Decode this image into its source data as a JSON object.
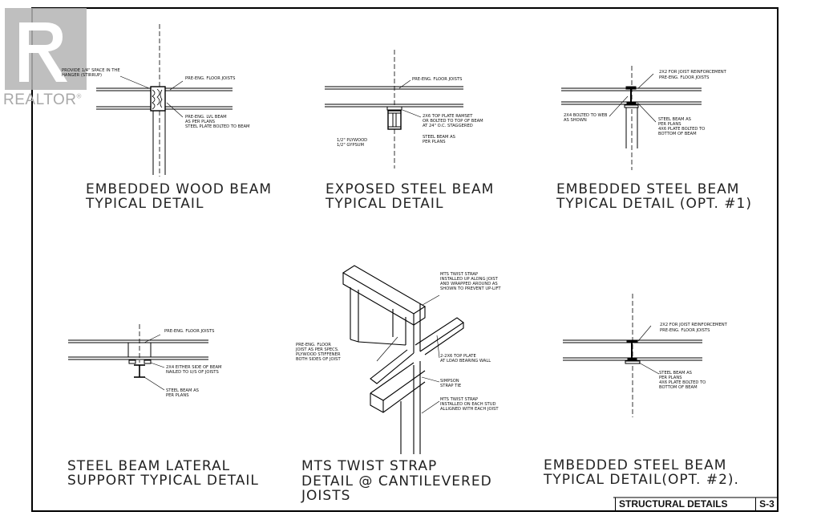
{
  "watermark": {
    "text": "REALTOR",
    "mark": "®"
  },
  "title_block": {
    "label": "STRUCTURAL DETAILS",
    "sheet": "S-3"
  },
  "details": {
    "d1": {
      "title_line1": "EMBEDDED WOOD BEAM",
      "title_line2": "TYPICAL DETAIL",
      "note_hanger_1": "PROVIDE 1/4\" SPACE IN THE",
      "note_hanger_2": "HANGER (STIRRUP)",
      "note_joists": "PRE-ENG. FLOOR JOISTS",
      "note_beam_1": "PRE-ENG. LVL BEAM",
      "note_beam_2": "AS PER PLANS",
      "note_beam_3": "STEEL PLATE BOLTED TO BEAM"
    },
    "d2": {
      "title_line1": "EXPOSED STEEL BEAM",
      "title_line2": "TYPICAL DETAIL",
      "note_joists": "PRE-ENG. FLOOR JOISTS",
      "note_plate_1": "2X6 TOP PLATE RAMSET",
      "note_plate_2": "OR BOLTED TO TOP OF BEAM",
      "note_plate_3": "AT 24\" O.C. STAGGERED",
      "note_finish_1": "1/2\" PLYWOOD",
      "note_finish_2": "1/2\" GYPSUM",
      "note_steel_1": "STEEL BEAM AS",
      "note_steel_2": "PER PLANS"
    },
    "d3": {
      "title_line1": "EMBEDDED STEEL BEAM",
      "title_line2": "TYPICAL DETAIL (OPT. #1)",
      "note_reinf": "2X2 FOR JOIST REINFORCEMENT",
      "note_joists": "PRE-ENG. FLOOR JOISTS",
      "note_web_1": "2X4 BOLTED TO WEB",
      "note_web_2": "AS SHOWN",
      "note_steel_1": "STEEL BEAM AS",
      "note_steel_2": "PER PLANS",
      "note_steel_3": "4X6 PLATE BOLTED TO",
      "note_steel_4": "BOTTOM OF BEAM"
    },
    "d4": {
      "title_line1": "STEEL BEAM LATERAL",
      "title_line2": "SUPPORT TYPICAL DETAIL",
      "note_joists": "PRE-ENG. FLOOR JOISTS",
      "note_2x4_1": "2X4  EITHER SIDE OF BEAM",
      "note_2x4_2": "NAILED TO U/S OF JOISTS",
      "note_steel_1": "STEEL BEAM AS",
      "note_steel_2": "PER PLANS"
    },
    "d5": {
      "title_line1": "MTS TWIST STRAP",
      "title_line2": "DETAIL @ CANTILEVERED",
      "title_line3": "JOISTS",
      "note_mts_1": "MTS TWIST STRAP",
      "note_mts_2": "INSTALLED  UP ALONG JOIST",
      "note_mts_3": "AND WRAPPED AROUND AS",
      "note_mts_4": "SHOWN  TO PREVENT UP-LIFT",
      "note_joist_1": "PRE-ENG. FLOOR",
      "note_joist_2": "JOIST AS PER SPECS.",
      "note_joist_3": "PLYWOOD  STIFFENER",
      "note_joist_4": "BOTH SIDES OF JOIST",
      "note_plate_1": "2-2X6 TOP PLATE",
      "note_plate_2": "AT LOAD BEARING WALL",
      "note_simpson_1": "SIMPSON",
      "note_simpson_2": "STRAP TIE",
      "note_stud_1": "MTS TWIST STRAP",
      "note_stud_2": "INSTALLED ON EACH STUD",
      "note_stud_3": "ALLIGNED WITH EACH JOIST"
    },
    "d6": {
      "title_line1": "EMBEDDED STEEL BEAM",
      "title_line2": "TYPICAL DETAIL(OPT. #2).",
      "note_reinf": "2X2 FOR JOIST REINFORCEMENT",
      "note_joists": "PRE-ENG. FLOOR JOISTS",
      "note_steel_1": "STEEL BEAM AS",
      "note_steel_2": "PER PLANS",
      "note_steel_3": "4X6 PLATE BOLTED TO",
      "note_steel_4": "BOTTOM OF BEAM"
    }
  }
}
